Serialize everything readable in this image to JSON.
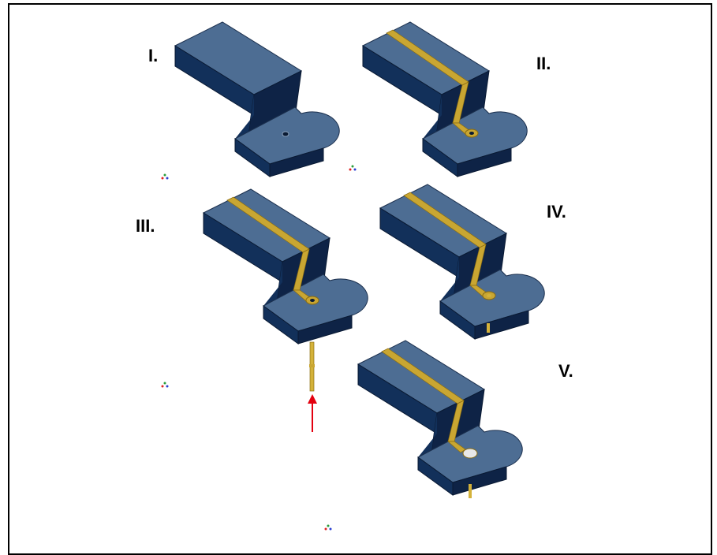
{
  "labels": {
    "stage1": "I.",
    "stage2": "II.",
    "stage3": "III.",
    "stage4": "IV.",
    "stage5": "V."
  },
  "colors": {
    "body_top": "#4d6d93",
    "body_side": "#0e2346",
    "body_front": "#12305a",
    "trace": "#c9a632",
    "trace_edge": "#8b6d12",
    "pin": "#d4b23a",
    "arrow": "#e3000f",
    "hole_empty": "#c8d2de",
    "solder": "#e8e8e8"
  },
  "stages": [
    {
      "id": "I",
      "trace": false,
      "pin": "none"
    },
    {
      "id": "II",
      "trace": true,
      "pin": "none"
    },
    {
      "id": "III",
      "trace": true,
      "pin": "separate"
    },
    {
      "id": "IV",
      "trace": true,
      "pin": "inserted"
    },
    {
      "id": "V",
      "trace": true,
      "pin": "soldered"
    }
  ]
}
